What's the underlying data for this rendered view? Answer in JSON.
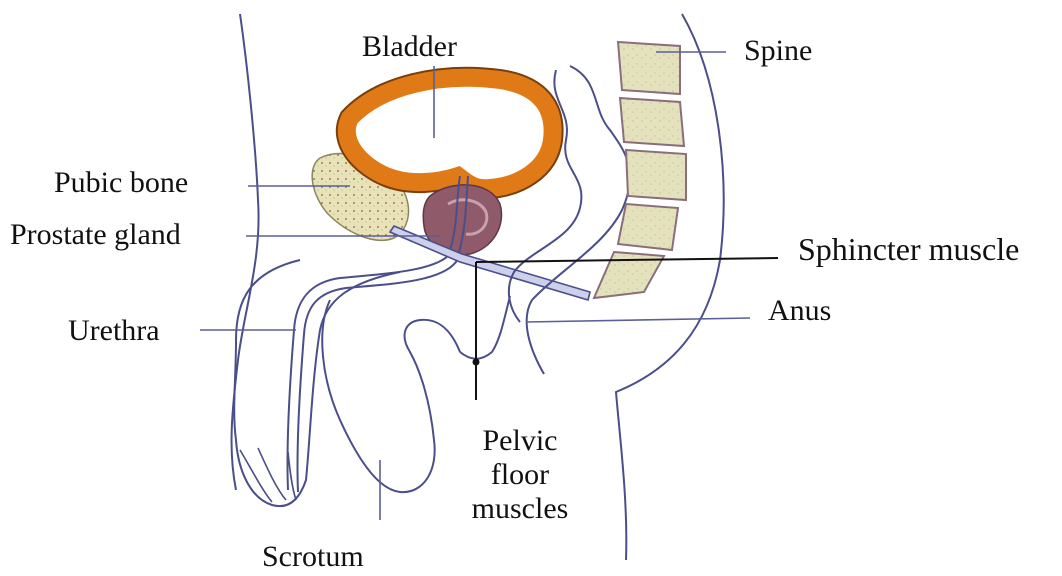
{
  "labels": {
    "bladder": "Bladder",
    "spine": "Spine",
    "pubic_bone": "Pubic bone",
    "prostate_gland": "Prostate gland",
    "sphincter_muscle": "Sphincter muscle",
    "urethra": "Urethra",
    "anus": "Anus",
    "pelvic_floor_muscles": [
      "Pelvic",
      "floor",
      "muscles"
    ],
    "scrotum": "Scrotum"
  },
  "colors": {
    "outline": "#4a4f8a",
    "bladder_wall": "#e07a17",
    "bladder_wall_edge": "#7a3e0c",
    "pubic_bone": "#e6e3b8",
    "prostate": "#8f5a6a",
    "vertebra": "#e4e2bc",
    "leader_line": "#5a5f9a",
    "sphincter_leader": "#111111"
  }
}
